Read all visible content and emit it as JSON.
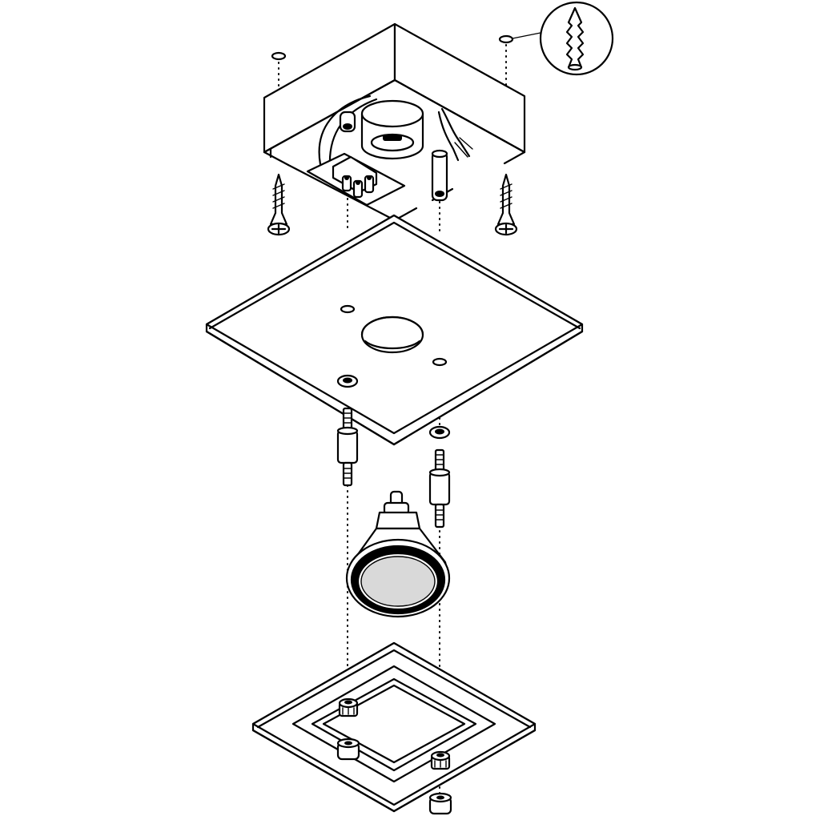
{
  "diagram": {
    "type": "exploded-assembly",
    "labels": []
  },
  "parts": [
    "ceiling-mount-box",
    "junction-box-terminal",
    "gu10-socket",
    "wall-plug-detail",
    "wood-screw",
    "square-cover-plate",
    "spacer-bolt",
    "gu10-lamp",
    "square-glass-shade",
    "knurled-nut"
  ]
}
